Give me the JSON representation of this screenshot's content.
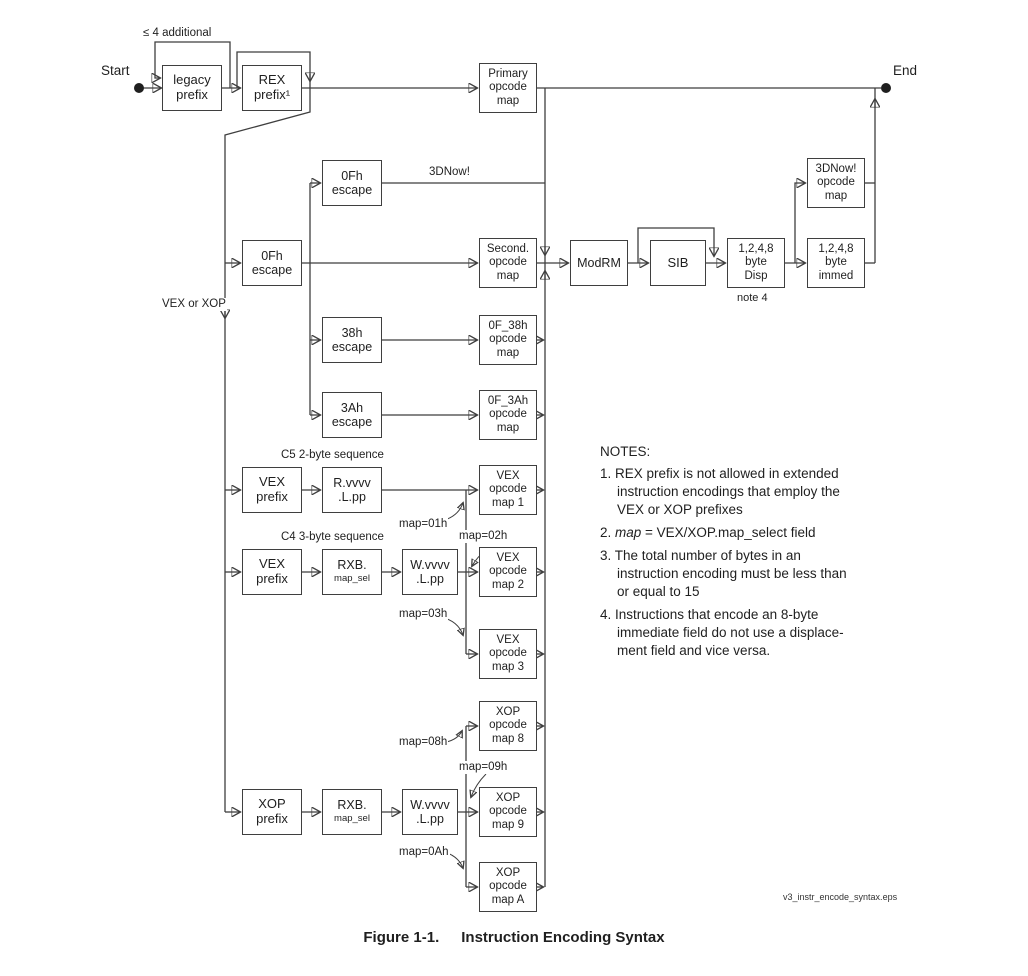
{
  "figure": {
    "caption_number": "Figure 1-1.",
    "caption_title": "Instruction Encoding Syntax",
    "eps_filename": "v3_instr_encode_syntax.eps"
  },
  "labels": {
    "start": "Start",
    "end": "End",
    "loop": "≤ 4 additional",
    "threednow": "3DNow!",
    "vex_or_xop": "VEX or XOP",
    "c5_seq": "C5 2-byte sequence",
    "c4_seq": "C4 3-byte sequence",
    "note4": "note 4",
    "map01": "map=01h",
    "map02": "map=02h",
    "map03": "map=03h",
    "map08": "map=08h",
    "map09": "map=09h",
    "map0a": "map=0Ah"
  },
  "boxes": {
    "legacy_prefix": "legacy\nprefix",
    "rex_prefix": "REX\nprefix¹",
    "primary_opcode_map": "Primary\nopcode\nmap",
    "escape_0f_3dnow": "0Fh\nescape",
    "escape_0f": "0Fh\nescape",
    "second_opcode_map": "Second.\nopcode\nmap",
    "modrm": "ModRM",
    "sib": "SIB",
    "disp": "1,2,4,8\nbyte\nDisp",
    "immed": "1,2,4,8\nbyte\nimmed",
    "threednow_opcode_map": "3DNow!\nopcode\nmap",
    "escape_38h": "38h\nescape",
    "map_0f38": "0F_38h\nopcode\nmap",
    "escape_3ah": "3Ah\nescape",
    "map_0f3a": "0F_3Ah\nopcode\nmap",
    "vex_prefix_c5": "VEX\nprefix",
    "rvvvv_lpp": "R.vvvv\n.L.pp",
    "vex_map1": "VEX\nopcode\nmap 1",
    "vex_prefix_c4": "VEX\nprefix",
    "rxb_mapsel_vex": {
      "line1": "RXB.",
      "line2": "map_sel"
    },
    "wvvvv_lpp_vex": "W.vvvv\n.L.pp",
    "vex_map2": "VEX\nopcode\nmap 2",
    "vex_map3": "VEX\nopcode\nmap 3",
    "xop_map8": "XOP\nopcode\nmap 8",
    "xop_prefix": "XOP\nprefix",
    "rxb_mapsel_xop": {
      "line1": "RXB.",
      "line2": "map_sel"
    },
    "wvvvv_lpp_xop": "W.vvvv\n.L.pp",
    "xop_map9": "XOP\nopcode\nmap 9",
    "xop_mapA": "XOP\nopcode\nmap A"
  },
  "notes": {
    "title": "NOTES:",
    "n1": [
      "1. REX prefix is not allowed in extended",
      "instruction encodings that employ the",
      "VEX or XOP prefixes"
    ],
    "n2": {
      "num": "2. ",
      "italic": "map",
      "rest": " = VEX/XOP.map_select field"
    },
    "n3": [
      "3. The total number of bytes in an",
      "instruction encoding must be less than",
      "or equal to 15"
    ],
    "n4": [
      "4. Instructions that encode an 8-byte",
      "immediate field do not use a displace-",
      "ment field and vice versa."
    ]
  }
}
